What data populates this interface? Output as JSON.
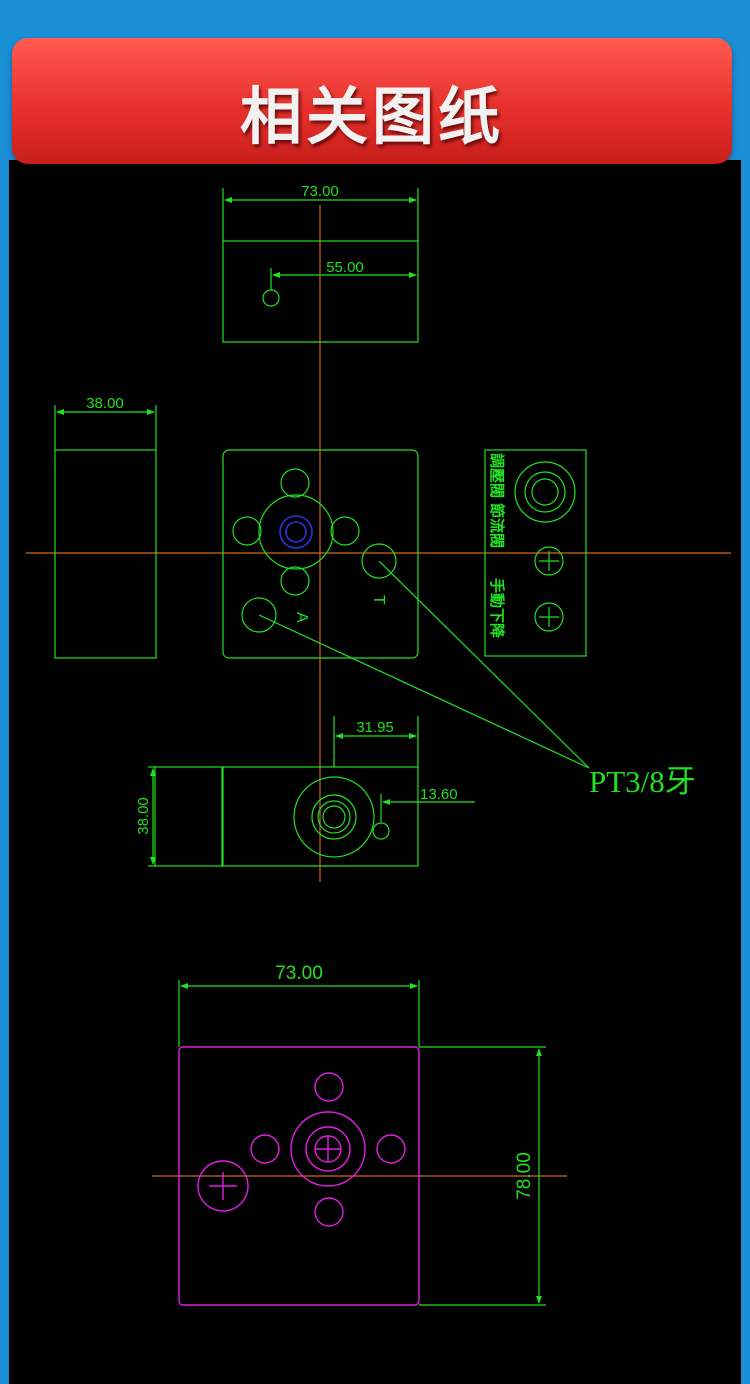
{
  "banner": {
    "title": "相关图纸"
  },
  "colors": {
    "page_background": "#1a8fd6",
    "canvas_background": "#000000",
    "drawing_green": "#22e022",
    "centerline_orange": "#d2691e",
    "bottom_view_magenta": "#e020e0",
    "hole_blue": "#3030e0"
  },
  "drawing": {
    "top_view": {
      "width_dim": "73.00",
      "hole_dim": "55.00"
    },
    "left_view": {
      "width_dim": "38.00"
    },
    "front_view": {
      "label_a": "A",
      "label_t": "T"
    },
    "side_label": {
      "group1": "調壓閥",
      "group2": "節流閥",
      "group3": "手動下降"
    },
    "thread_callout": "PT3/8牙",
    "lower_view": {
      "offset_dim": "31.95",
      "small_hole_dim": "13.60",
      "height_dim": "38.00"
    },
    "bottom_view": {
      "width_dim": "73.00",
      "height_dim": "78.00"
    }
  }
}
